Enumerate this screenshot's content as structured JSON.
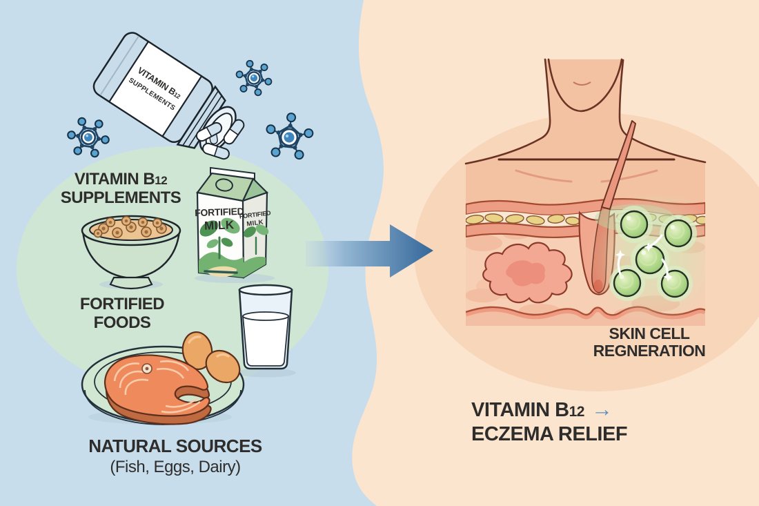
{
  "left": {
    "bottle_label": {
      "main": "VITAMIN B",
      "sub": "12",
      "line2": "SUPPLEMENTS"
    },
    "caption_supplements": {
      "main": "VITAMIN B",
      "sub": "12",
      "line2": "SUPPLEMENTS"
    },
    "caption_fortified": {
      "line1": "FORTIFIED",
      "line2": "FOODS"
    },
    "carton_front": {
      "line1": "FORTIFIED",
      "line2": "MILK"
    },
    "carton_side": {
      "line1": "FORTIFIED",
      "line2": "MILK"
    },
    "caption_natural": {
      "line1": "NATURAL SOURCES",
      "line2": "(Fish, Eggs, Dairy)"
    }
  },
  "right": {
    "caption_skin": {
      "line1": "SKIN CELL",
      "line2": "REGNERATION"
    },
    "caption_conclusion": {
      "main": "VITAMIN B",
      "sub": "12",
      "arrow": "→",
      "line2": "ECZEMA RELIEF"
    }
  },
  "colors": {
    "left_bg": "#c7ddeb",
    "left_blob": "#d0e6d4",
    "right_bg": "#fbe5cf",
    "right_circle": "#f8d6ba",
    "arrow_start": "#bdd3e6",
    "arrow_end": "#34679a",
    "text": "#2e2d2c",
    "accent_blue": "#5b8fc0",
    "carton_text_green": "#3c7a50",
    "cell_green": "#9cc878",
    "eczema_red": "#8c3b2a"
  }
}
